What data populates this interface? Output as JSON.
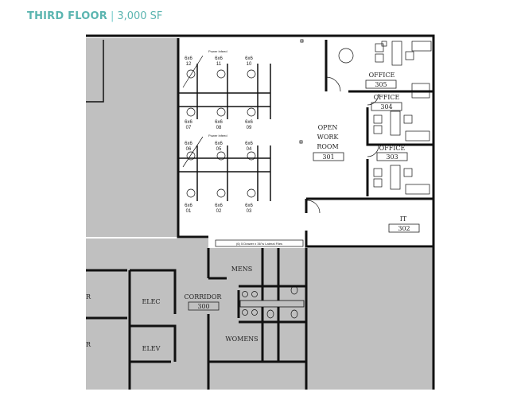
{
  "header": {
    "title": "THIRD FLOOR",
    "separator": "|",
    "area": "3,000 SF"
  },
  "colors": {
    "accent": "#5bb5b0",
    "common_area": "#c0c0c0",
    "wall": "#111111"
  },
  "rooms": {
    "open_work": {
      "line1": "OPEN",
      "line2": "WORK",
      "line3": "ROOM",
      "number": "301"
    },
    "it": {
      "name": "IT",
      "number": "302"
    },
    "office_303": {
      "name": "OFFICE",
      "number": "303"
    },
    "office_304": {
      "name": "OFFICE",
      "number": "304"
    },
    "office_305": {
      "name": "OFFICE",
      "number": "305"
    },
    "corridor": {
      "name": "CORRIDOR",
      "number": "300"
    },
    "mens": {
      "name": "MENS"
    },
    "womens": {
      "name": "WOMENS"
    },
    "elec": {
      "name": "ELEC"
    },
    "elev": {
      "name": "ELEV"
    },
    "partial_1": {
      "name": "R"
    },
    "partial_2": {
      "name": "R"
    }
  },
  "cubicles": [
    {
      "size": "6x6",
      "number": "12"
    },
    {
      "size": "6x6",
      "number": "11"
    },
    {
      "size": "6x6",
      "number": "10"
    },
    {
      "size": "6x6",
      "number": "07"
    },
    {
      "size": "6x6",
      "number": "08"
    },
    {
      "size": "6x6",
      "number": "09"
    },
    {
      "size": "6x6",
      "number": "06"
    },
    {
      "size": "6x6",
      "number": "05"
    },
    {
      "size": "6x6",
      "number": "04"
    },
    {
      "size": "6x6",
      "number": "01"
    },
    {
      "size": "6x6",
      "number": "02"
    },
    {
      "size": "6x6",
      "number": "03"
    }
  ],
  "annotations": {
    "files": "(6) 5 Drawer x 36\"w Lateral Files",
    "power_1": "Power Infeed",
    "power_2": "Power Infeed"
  }
}
